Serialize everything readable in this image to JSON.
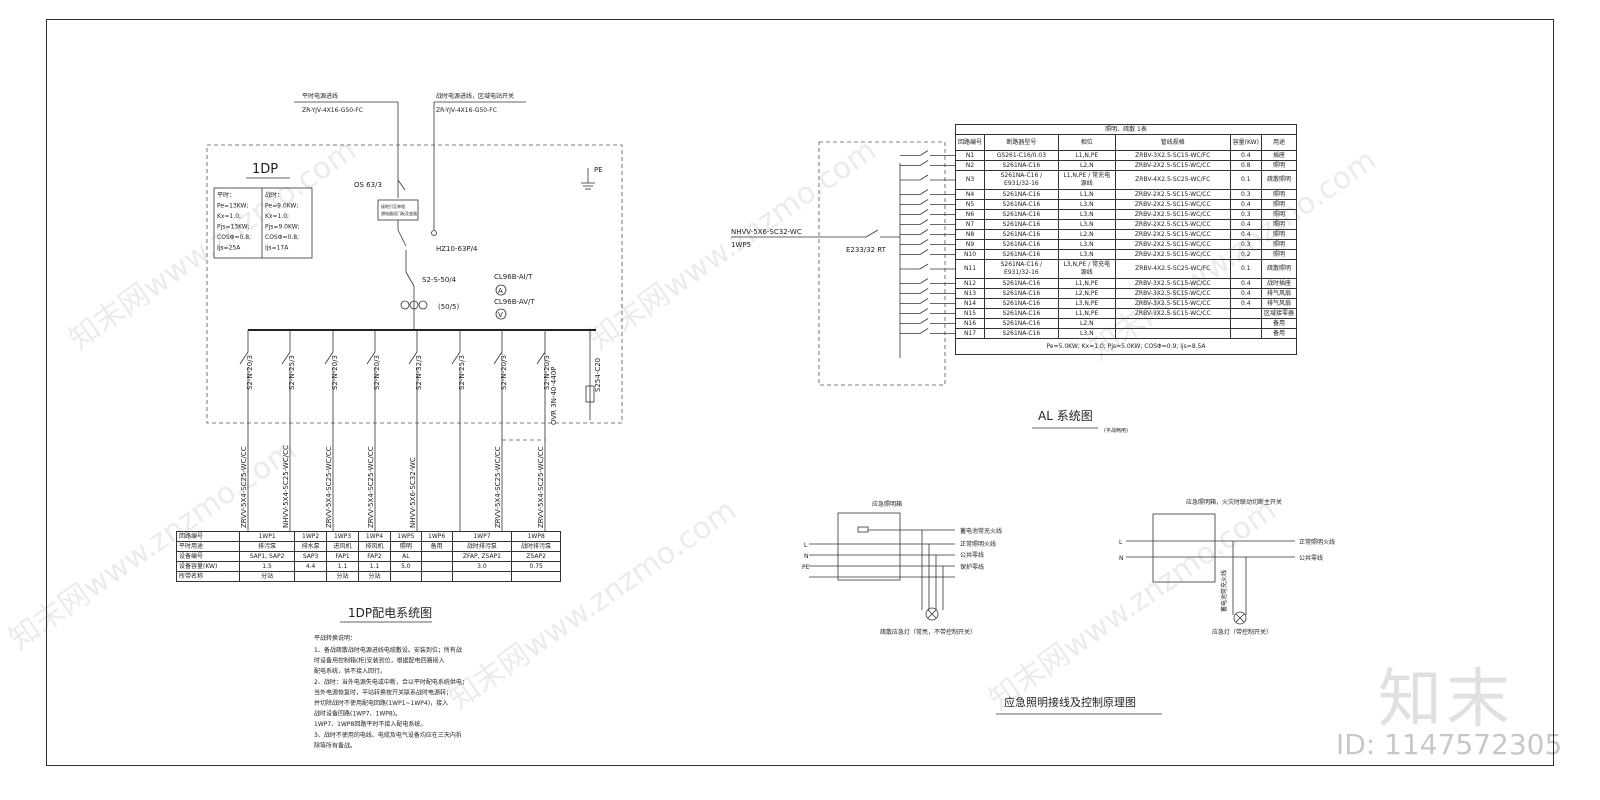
{
  "dp": {
    "feed1_label": "平时电源进线",
    "feed1_cable": "ZR-YJV-4X16-G50-FC",
    "feed2_label": "战时电源进线，区域电站开关",
    "feed2_cable": "ZR-YJV-4X16-G50-FC",
    "panel_title": "1DP",
    "pe": "PE",
    "os": "OS 63/3",
    "hz": "HZ10-63P/4",
    "box_text1": "接地引至单相",
    "box_text2": "避电器组门板及变器",
    "main_breaker": "S2-S-50/4",
    "ct": "(50/5)",
    "ammeter": "CL96B-AI/T",
    "voltmeter": "CL96B-AV/T",
    "a_symbol": "A",
    "v_symbol": "V",
    "params_left": [
      "平时：",
      "Pe=13KW;",
      "Kx=1.0;",
      "Pjs=13KW;",
      "COSΦ=0.8;",
      "Ijs=25A"
    ],
    "params_right": [
      "战时：",
      "Pe=9.0KW;",
      "Kx=1.0;",
      "Pjs=9.0KW;",
      "COSΦ=0.8;",
      "Ijs=17A"
    ],
    "breakers": [
      "S2-N-20/3",
      "S2-N-25/3",
      "S2-N-20/3",
      "S2-N-20/3",
      "S2-N-32/3",
      "S2-N-25/3",
      "S2-N-20/3",
      "S2-N-20/3"
    ],
    "rcd": "S254-C20",
    "rcd2": "OVR 3N-40-440P",
    "cables": [
      "ZRVV-5X4-SC25-WC/CC",
      "NHVV-5X4-SC25-WC/CC",
      "ZRVV-5X4-SC25-WC/CC",
      "ZRVV-5X4-SC25-WC/CC",
      "NHVV-5X6-SC32-WC",
      "",
      "ZRVV-5X4-SC25-WC/CC",
      "ZRVV-5X4-SC25-WC/CC"
    ],
    "table_rows": [
      [
        "回路编号",
        "1WP1",
        "1WP2",
        "1WP3",
        "1WP4",
        "1WP5",
        "1WP6",
        "1WP7",
        "1WP8"
      ],
      [
        "平时用途",
        "排污泵",
        "排水泵",
        "进风机",
        "排风机",
        "照明",
        "备用",
        "战时排污泵",
        "战时排污泵"
      ],
      [
        "设备编号",
        "SAP1, SAP2",
        "SAP3",
        "FAP1",
        "FAP2",
        "AL",
        "",
        "ZFAP, ZSAP1",
        "ZSAP2"
      ],
      [
        "设备容量(KW)",
        "1.5",
        "4.4",
        "1.1",
        "1.1",
        "5.0",
        "",
        "3.0",
        "0.75"
      ],
      [
        "所带名称",
        "分站",
        "",
        "分站",
        "分站",
        "",
        "",
        "",
        ""
      ]
    ],
    "system_title": "1DP配电系统图",
    "notes_title": "平战转换说明：",
    "notes": [
      "1、备战疏散战时电源进线电缆敷设。安装到位；所有战",
      "   时设备用控制箱(柜)安装到位，根据配电回路接入",
      "   配电系统，供不接入回行。",
      "2、战时：当外电源失电或中断，合以平时配电系统供电；",
      "   当外电源恢复时，平站转换按开关联系战时电源转；",
      "   并切除战时不使用配电回路(1WP1~1WP4)，接入",
      "   战时设备回路(1WP7、1WP8)。",
      "   1WP7、1WP8回路平时不接入配电系统。",
      "3、战时不使用的电线、电缆及电气设备均应在三天内拆",
      "   除等所有备战。"
    ]
  },
  "al": {
    "incoming_cable": "NHVV-5X6-SC32-WC",
    "incoming_source": "1WP5",
    "main_switch": "E233/32 RT",
    "table_title": "照明、疏散 1表",
    "headers": [
      "回路编号",
      "断路器型号",
      "相位",
      "管线规格",
      "容量(KW)",
      "用途"
    ],
    "rows": [
      [
        "N1",
        "GS261-C16/0.03",
        "L1,N,PE",
        "ZRBV-3X2.5-SC15-WC/FC",
        "0.4",
        "插座"
      ],
      [
        "N2",
        "S261NA-C16",
        "L2,N",
        "ZRBV-2X2.5-SC15-WC/CC",
        "0.8",
        "照明"
      ],
      [
        "N3",
        "S261NA-C16 / E931/32-16",
        "L1,N,PE / 常充电源线",
        "ZRBV-4X2.5-SC25-WC/FC",
        "0.1",
        "疏散照明"
      ],
      [
        "N4",
        "S261NA-C16",
        "L1,N",
        "ZRBV-2X2.5-SC15-WC/CC",
        "0.3",
        "照明"
      ],
      [
        "N5",
        "S261NA-C16",
        "L3,N",
        "ZRBV-2X2.5-SC15-WC/CC",
        "0.4",
        "照明"
      ],
      [
        "N6",
        "S261NA-C16",
        "L3,N",
        "ZRBV-2X2.5-SC15-WC/CC",
        "0.3",
        "照明"
      ],
      [
        "N7",
        "S261NA-C16",
        "L3,N",
        "ZRBV-2X2.5-SC15-WC/CC",
        "0.4",
        "照明"
      ],
      [
        "N8",
        "S261NA-C16",
        "L2,N",
        "ZRBV-2X2.5-SC15-WC/CC",
        "0.4",
        "照明"
      ],
      [
        "N9",
        "S261NA-C16",
        "L3,N",
        "ZRBV-2X2.5-SC15-WC/CC",
        "0.3",
        "照明"
      ],
      [
        "N10",
        "S261NA-C16",
        "L3,N",
        "ZRBV-2X2.5-SC15-WC/CC",
        "0.2",
        "照明"
      ],
      [
        "N11",
        "S261NA-C16 / E931/32-16",
        "L3,N,PE / 常充电源线",
        "ZRBV-4X2.5-SC25-WC/FC",
        "0.1",
        "疏散照明"
      ],
      [
        "N12",
        "S261NA-C16",
        "L1,N,PE",
        "ZRBV-3X2.5-SC15-WC/CC",
        "0.4",
        "战时插座"
      ],
      [
        "N13",
        "S261NA-C16",
        "L2,N,PE",
        "ZRBV-3X2.5-SC15-WC/CC",
        "0.4",
        "排气风扇"
      ],
      [
        "N14",
        "S261NA-C16",
        "L3,N,PE",
        "ZRBV-3X2.5-SC15-WC/CC",
        "0.4",
        "排气风扇"
      ],
      [
        "N15",
        "S261NA-C16",
        "L1,N,PE",
        "ZRBV-3X2.5-SC15-WC/CC",
        "",
        "区域接零器"
      ],
      [
        "N16",
        "S261NA-C16",
        "L2,N",
        "",
        "",
        "备用"
      ],
      [
        "N17",
        "S261NA-C16",
        "L3,N",
        "",
        "",
        "备用"
      ]
    ],
    "summary": "Pe=5.0KW;   Kx=1.0;   Pjs=5.0KW;   COSΦ=0.9;   Ijs=8.5A",
    "title": "AL 系统图",
    "subtitle": "(平战两用)"
  },
  "emergency": {
    "left_box_label": "应急照明箱",
    "left_lines": [
      "L",
      "N",
      "PE"
    ],
    "left_labels": [
      "蓄电池常充火线",
      "正常照明火线",
      "公共零线",
      "保护零线"
    ],
    "left_caption": "疏散应急灯（常亮，不带控制开关）",
    "right_box_label": "应急照明箱，火灾时联动切断主开关",
    "right_lines": [
      "L",
      "N"
    ],
    "right_labels": [
      "正常照明火线",
      "公共零线"
    ],
    "right_vertical_label": "蓄电池常充火线",
    "right_caption": "应急灯（带控制开关）",
    "title": "应急照明接线及控制原理图"
  },
  "watermark": {
    "logo": "知末",
    "id": "ID: 1147572305",
    "site": "知末网www.znzmo.com"
  }
}
